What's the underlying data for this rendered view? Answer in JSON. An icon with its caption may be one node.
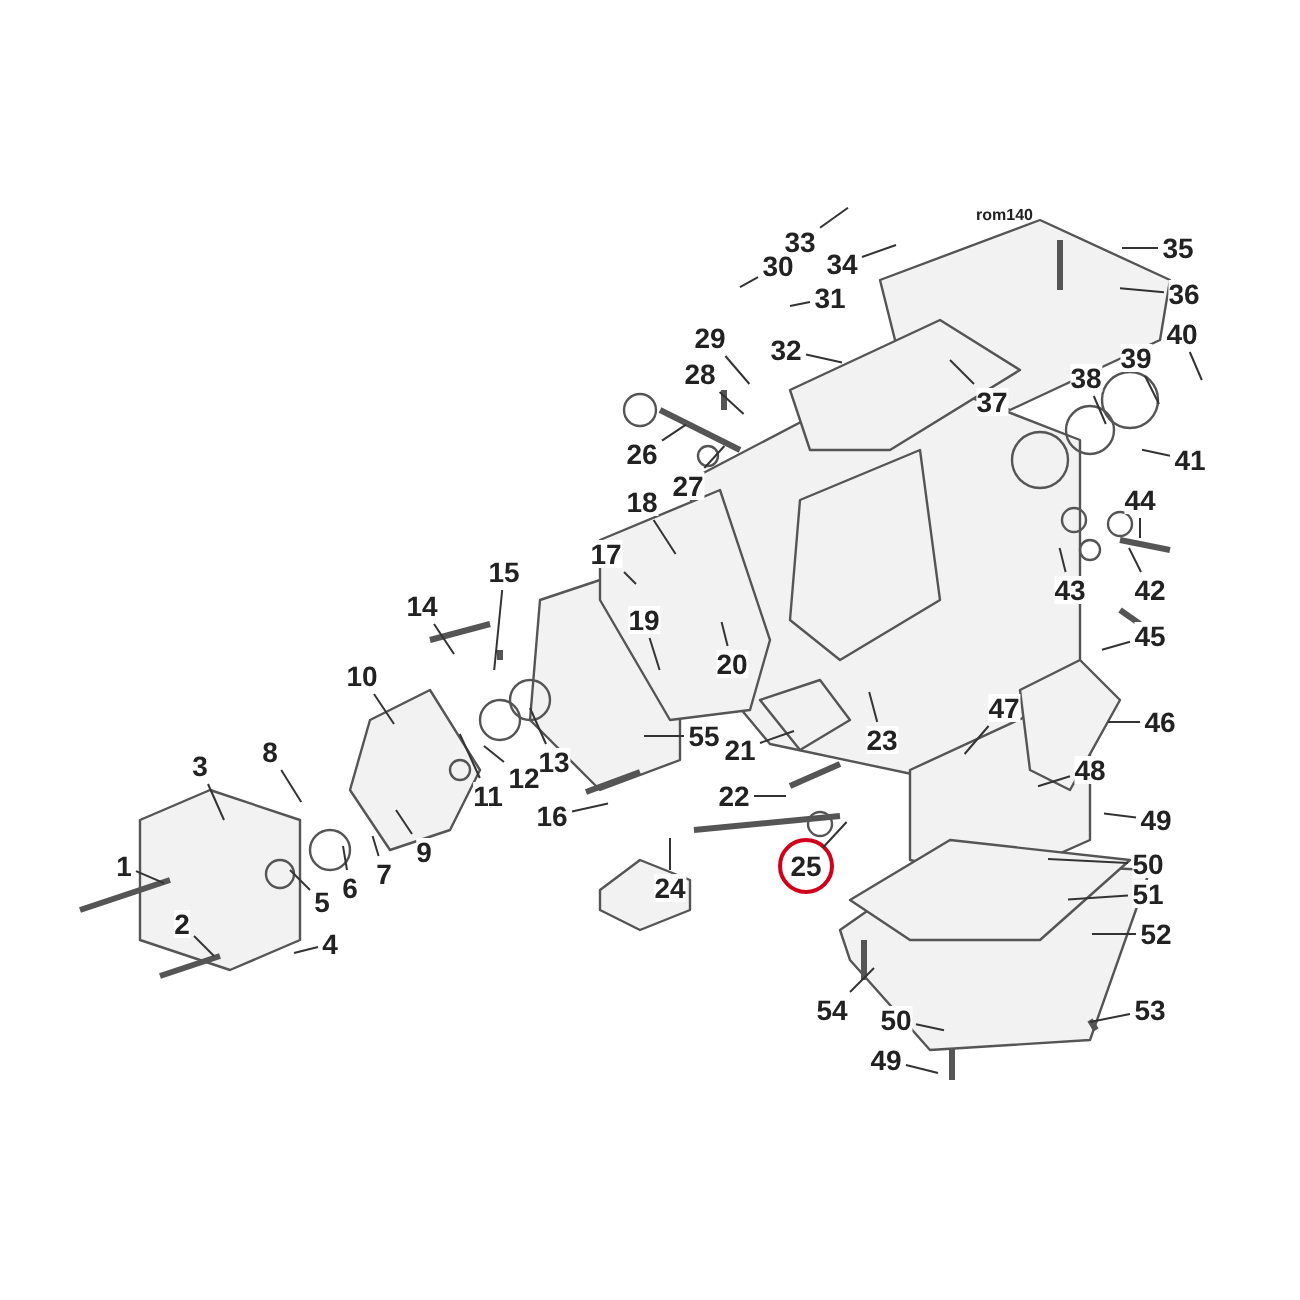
{
  "diagram": {
    "nodes": [
      {
        "text": [
          "1"
        ]
      },
      {
        "text": [
          "2"
        ]
      },
      {
        "text": [
          "3"
        ]
      },
      {
        "text": [
          "4"
        ]
      },
      {
        "text": [
          "5"
        ]
      },
      {
        "text": [
          "6"
        ]
      },
      {
        "text": [
          "7"
        ]
      },
      {
        "text": [
          "8"
        ]
      },
      {
        "text": [
          "9"
        ]
      },
      {
        "text": [
          "10"
        ]
      },
      {
        "text": [
          "11"
        ]
      },
      {
        "text": [
          "12"
        ]
      },
      {
        "text": [
          "13"
        ]
      },
      {
        "text": [
          "14"
        ]
      },
      {
        "text": [
          "15"
        ]
      },
      {
        "text": [
          "16"
        ]
      },
      {
        "text": [
          "17"
        ]
      },
      {
        "text": [
          "18"
        ]
      },
      {
        "text": [
          "19"
        ]
      },
      {
        "text": [
          "20"
        ]
      },
      {
        "text": [
          "21"
        ]
      },
      {
        "text": [
          "22"
        ]
      },
      {
        "text": [
          "23"
        ]
      },
      {
        "text": [
          "24"
        ]
      },
      {
        "text": [
          "25"
        ]
      },
      {
        "text": [
          "26"
        ]
      },
      {
        "text": [
          "27"
        ]
      },
      {
        "text": [
          "28"
        ]
      },
      {
        "text": [
          "29"
        ]
      },
      {
        "text": [
          "30"
        ]
      },
      {
        "text": [
          "31"
        ]
      },
      {
        "text": [
          "32"
        ]
      },
      {
        "text": [
          "33"
        ]
      },
      {
        "text": [
          "34"
        ]
      },
      {
        "text": [
          "35"
        ]
      },
      {
        "text": [
          "36"
        ]
      },
      {
        "text": [
          "37"
        ]
      },
      {
        "text": [
          "38"
        ]
      },
      {
        "text": [
          "39"
        ]
      },
      {
        "text": [
          "40"
        ]
      },
      {
        "text": [
          "41"
        ]
      },
      {
        "text": [
          "42"
        ]
      },
      {
        "text": [
          "43"
        ]
      },
      {
        "text": [
          "44"
        ]
      },
      {
        "text": [
          "45"
        ]
      },
      {
        "text": [
          "46"
        ]
      },
      {
        "text": [
          "47"
        ]
      },
      {
        "text": [
          "48"
        ]
      },
      {
        "text": [
          "49"
        ]
      },
      {
        "text": [
          "50"
        ]
      },
      {
        "text": [
          "51"
        ]
      },
      {
        "text": [
          "52"
        ]
      },
      {
        "text": [
          "53"
        ]
      },
      {
        "text": [
          "54"
        ]
      },
      {
        "text": [
          "55"
        ]
      },
      {
        "text": [
          "50"
        ]
      },
      {
        "text": [
          "49"
        ]
      }
    ],
    "edges": [
      {
        "from": 0,
        "to": null,
        "arrow": "none"
      },
      {
        "from": 1,
        "to": null,
        "arrow": "none"
      },
      {
        "from": 2,
        "to": null,
        "arrow": "none"
      },
      {
        "from": 3,
        "to": null,
        "arrow": "none"
      },
      {
        "from": 4,
        "to": null,
        "arrow": "none"
      },
      {
        "from": 5,
        "to": null,
        "arrow": "none"
      },
      {
        "from": 6,
        "to": null,
        "arrow": "none"
      },
      {
        "from": 7,
        "to": null,
        "arrow": "none"
      },
      {
        "from": 8,
        "to": null,
        "arrow": "none"
      },
      {
        "from": 9,
        "to": null,
        "arrow": "none"
      },
      {
        "from": 10,
        "to": null,
        "arrow": "none"
      },
      {
        "from": 11,
        "to": null,
        "arrow": "none"
      },
      {
        "from": 12,
        "to": null,
        "arrow": "none"
      },
      {
        "from": 13,
        "to": null,
        "arrow": "none"
      },
      {
        "from": 14,
        "to": null,
        "arrow": "none"
      },
      {
        "from": 15,
        "to": null,
        "arrow": "none"
      },
      {
        "from": 16,
        "to": null,
        "arrow": "none"
      },
      {
        "from": 17,
        "to": null,
        "arrow": "none"
      },
      {
        "from": 18,
        "to": null,
        "arrow": "none"
      },
      {
        "from": 19,
        "to": null,
        "arrow": "none"
      },
      {
        "from": 20,
        "to": null,
        "arrow": "none"
      },
      {
        "from": 21,
        "to": null,
        "arrow": "none"
      },
      {
        "from": 22,
        "to": null,
        "arrow": "none"
      },
      {
        "from": 23,
        "to": null,
        "arrow": "none"
      },
      {
        "from": 24,
        "to": null,
        "arrow": "none"
      },
      {
        "from": 25,
        "to": null,
        "arrow": "none"
      },
      {
        "from": 26,
        "to": null,
        "arrow": "none"
      },
      {
        "from": 27,
        "to": null,
        "arrow": "none"
      },
      {
        "from": 28,
        "to": null,
        "arrow": "none"
      },
      {
        "from": 29,
        "to": null,
        "arrow": "none"
      },
      {
        "from": 30,
        "to": null,
        "arrow": "none"
      },
      {
        "from": 31,
        "to": null,
        "arrow": "none"
      },
      {
        "from": 32,
        "to": null,
        "arrow": "none"
      },
      {
        "from": 33,
        "to": null,
        "arrow": "none"
      },
      {
        "from": 34,
        "to": null,
        "arrow": "none"
      },
      {
        "from": 35,
        "to": null,
        "arrow": "none"
      },
      {
        "from": 36,
        "to": null,
        "arrow": "none"
      },
      {
        "from": 37,
        "to": null,
        "arrow": "none"
      },
      {
        "from": 38,
        "to": null,
        "arrow": "none"
      },
      {
        "from": 39,
        "to": null,
        "arrow": "none"
      },
      {
        "from": 40,
        "to": null,
        "arrow": "none"
      },
      {
        "from": 41,
        "to": null,
        "arrow": "none"
      },
      {
        "from": 42,
        "to": null,
        "arrow": "none"
      },
      {
        "from": 43,
        "to": null,
        "arrow": "none"
      },
      {
        "from": 44,
        "to": null,
        "arrow": "none"
      },
      {
        "from": 45,
        "to": null,
        "arrow": "none"
      },
      {
        "from": 46,
        "to": null,
        "arrow": "none"
      },
      {
        "from": 47,
        "to": null,
        "arrow": "none"
      },
      {
        "from": 48,
        "to": null,
        "arrow": "none"
      },
      {
        "from": 49,
        "to": null,
        "arrow": "none"
      },
      {
        "from": 50,
        "to": null,
        "arrow": "none"
      },
      {
        "from": 51,
        "to": null,
        "arrow": "none"
      },
      {
        "from": 52,
        "to": null,
        "arrow": "none"
      },
      {
        "from": 53,
        "to": null,
        "arrow": "none"
      },
      {
        "from": 54,
        "to": null,
        "arrow": "none"
      },
      {
        "from": 55,
        "to": null,
        "arrow": "none"
      },
      {
        "from": 56,
        "to": null,
        "arrow": "none"
      }
    ],
    "labels": [
      "rom140"
    ]
  }
}
